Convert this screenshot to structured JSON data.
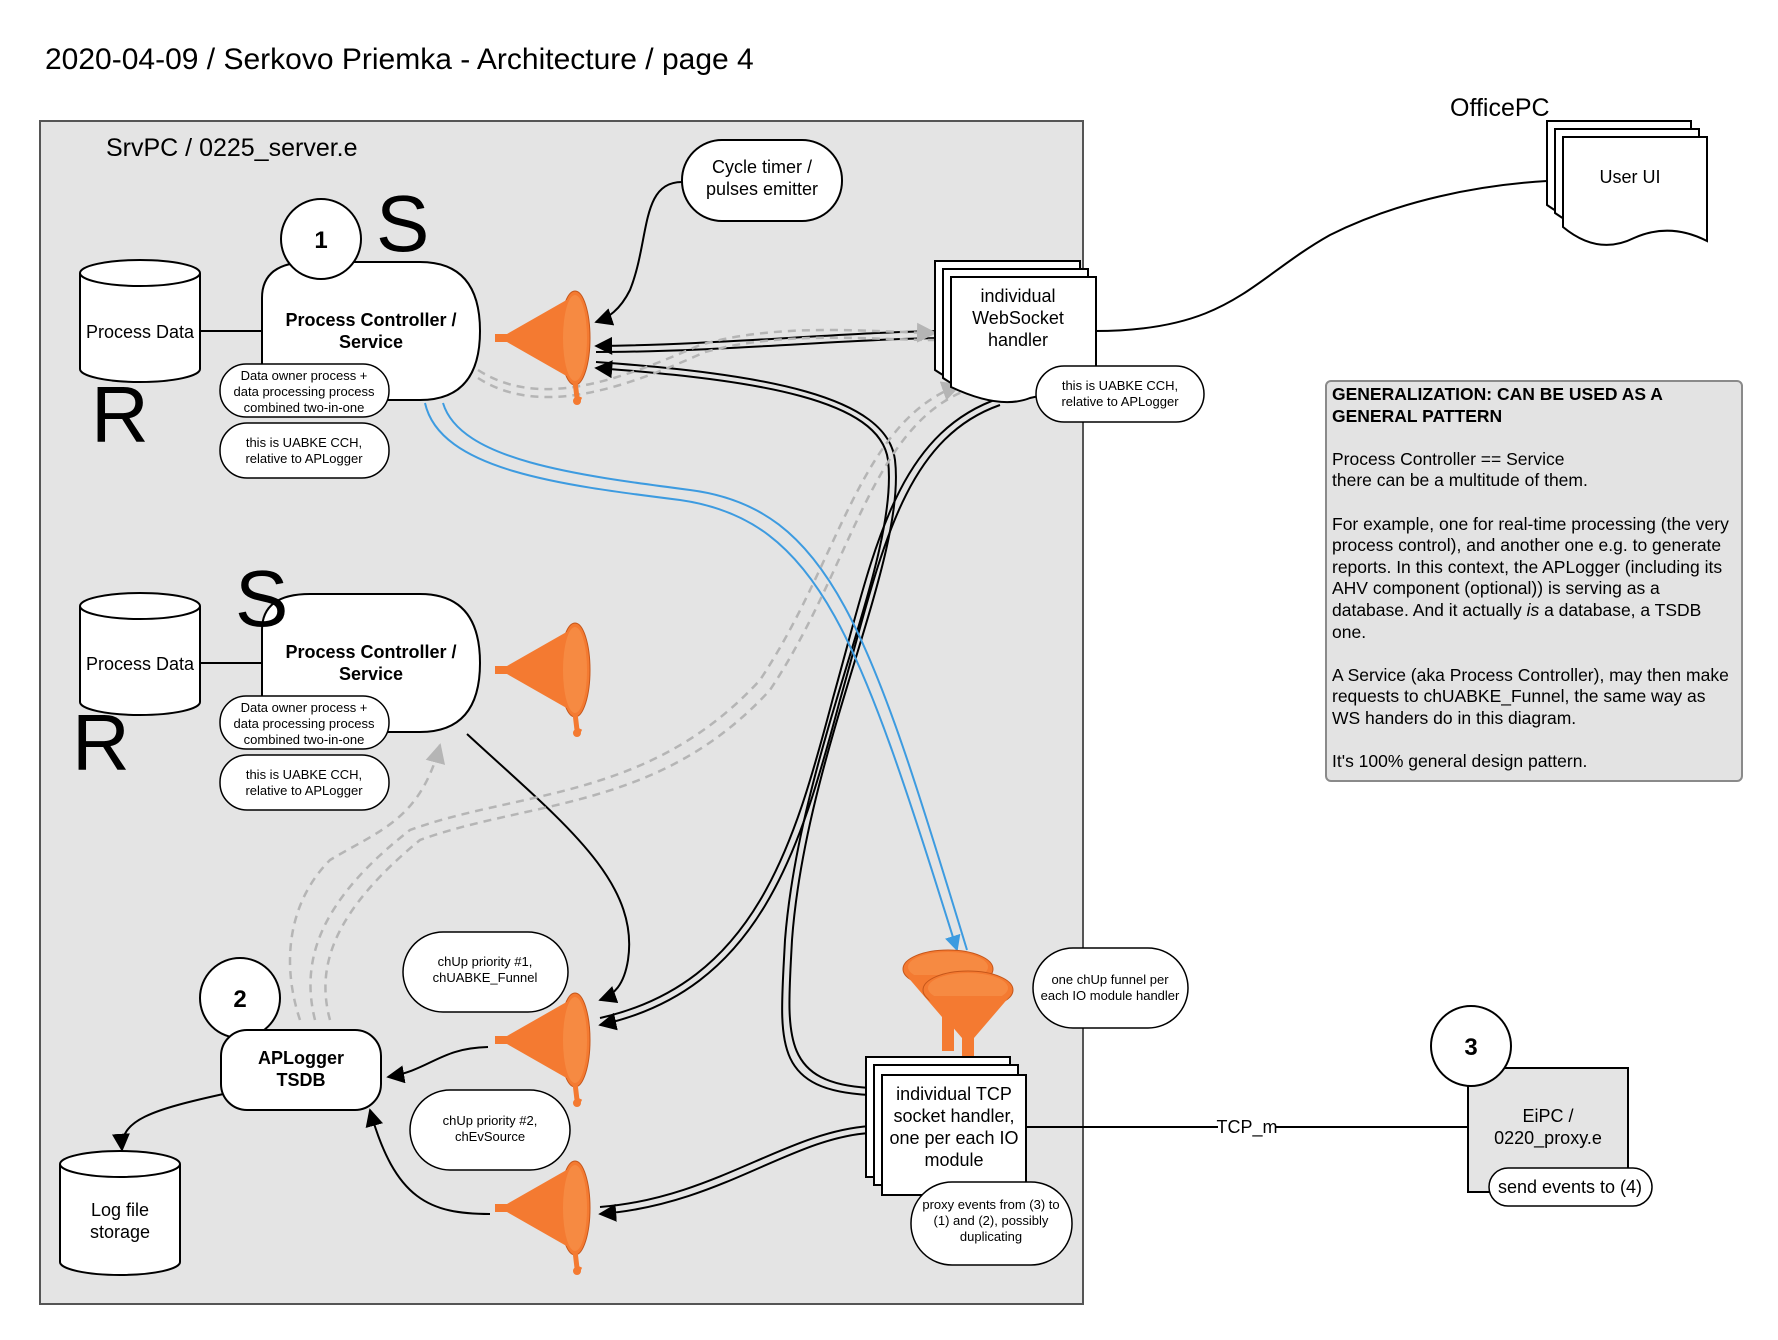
{
  "title": "2020-04-09 / Serkovo Priemka - Architecture / page 4",
  "server_box": {
    "label": "SrvPC / 0225_server.e"
  },
  "office_pc": {
    "label": "OfficePC",
    "user_ui": "User UI"
  },
  "controller1": {
    "number": "1",
    "letter_s": "S",
    "letter_r": "R",
    "title_line1": "Process Controller /",
    "title_line2": "Service",
    "process_data": "Process Data",
    "note1": [
      "Data owner process +",
      "data processing process",
      "combined two-in-one"
    ],
    "note2": [
      "this is UABKE CCH,",
      "relative to APLogger"
    ]
  },
  "controller2": {
    "letter_s": "S",
    "letter_r": "R",
    "title_line1": "Process Controller /",
    "title_line2": "Service",
    "process_data": "Process Data",
    "note1": [
      "Data owner process +",
      "data processing process",
      "combined two-in-one"
    ],
    "note2": [
      "this is UABKE CCH,",
      "relative to APLogger"
    ]
  },
  "cycle_timer": [
    "Cycle timer /",
    "pulses emitter"
  ],
  "websocket": {
    "lines": [
      "individual",
      "WebSocket",
      "handler"
    ],
    "note": [
      "this is UABKE CCH,",
      "relative to APLogger"
    ]
  },
  "aplogger": {
    "number": "2",
    "line1": "APLogger",
    "line2": "TSDB"
  },
  "log_file": [
    "Log file",
    "storage"
  ],
  "priority1": [
    "chUp priority #1,",
    "chUABKE_Funnel"
  ],
  "priority2": [
    "chUp priority #2,",
    "chEvSource"
  ],
  "funnel_note": [
    "one chUp funnel per",
    "each IO module handler"
  ],
  "tcp_handler": {
    "lines": [
      "individual TCP",
      "socket handler,",
      "one per each IO",
      "module"
    ],
    "note": [
      "proxy events from (3) to",
      "(1) and (2), possibly",
      "duplicating"
    ]
  },
  "tcp_link_label": "TCP_m",
  "eipc": {
    "number": "3",
    "line1": "EiPC /",
    "line2": "0220_proxy.e",
    "send": "send events to (4)"
  },
  "generalization": {
    "heading1": "GENERALIZATION: CAN BE USED AS A",
    "heading2": "GENERAL PATTERN",
    "p1": [
      "Process Controller == Service",
      "there can be a multitude of them."
    ],
    "p2": [
      "For example, one for real-time processing (the very",
      "process control), and another one e.g. to generate",
      "reports. In this context, the APLogger (including its",
      "AHV component (optional)) is serving as a",
      "database. And it actually ",
      "is",
      " a database, a TSDB",
      "one."
    ],
    "p3": [
      "A Service (aka Process Controller), may then make",
      "requests to chUABKE_Funnel, the same way as",
      "WS handers do in this diagram."
    ],
    "p4": "It's 100% general design pattern."
  },
  "colors": {
    "funnel": "#f47a31",
    "funnel_dark": "#d9601e",
    "server_bg": "#e4e4e4",
    "blue_line": "#3d9be0",
    "gray_dash": "#b5b5b5"
  }
}
